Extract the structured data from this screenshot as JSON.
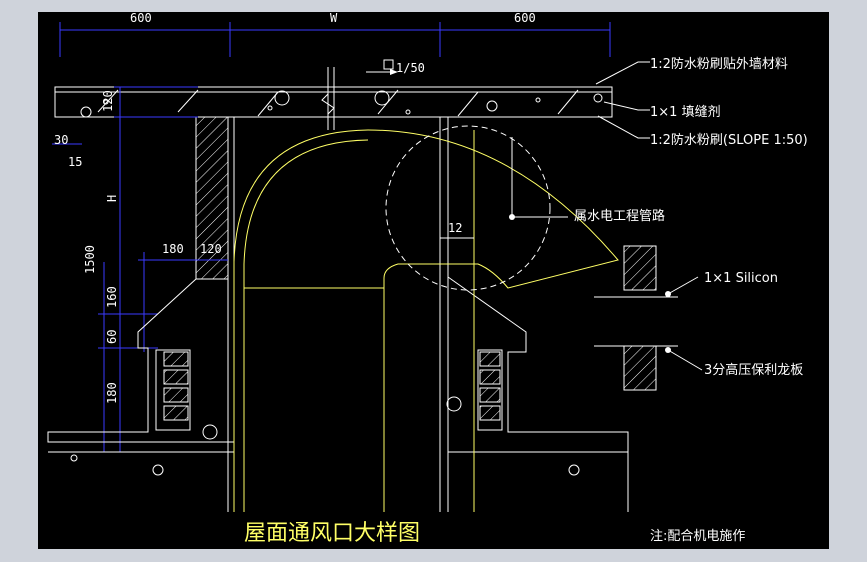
{
  "dims": {
    "top_left": "600",
    "top_mid": "W",
    "top_right": "600",
    "slope": "1/50",
    "d120a": "120",
    "d30": "30",
    "d15": "15",
    "dH": "H",
    "d180a": "180",
    "d120b": "120",
    "d1500": "1500",
    "d160": "160",
    "d60": "60",
    "d180b": "180",
    "d12": "12"
  },
  "notes": {
    "n1": "1:2防水粉刷贴外墙材料",
    "n2": "1×1 填缝剂",
    "n3": "1:2防水粉刷(SLOPE 1:50)",
    "n4": "属水电工程管路",
    "n5": "1×1 Silicon",
    "n6": "3分高压保利龙板"
  },
  "title": "屋面通风口大样图",
  "footnote": "注:配合机电施作",
  "colors": {
    "background": "#000000",
    "outline": "#ffffff",
    "highlight": "#ffff66",
    "dimension": "#3a3aff"
  }
}
